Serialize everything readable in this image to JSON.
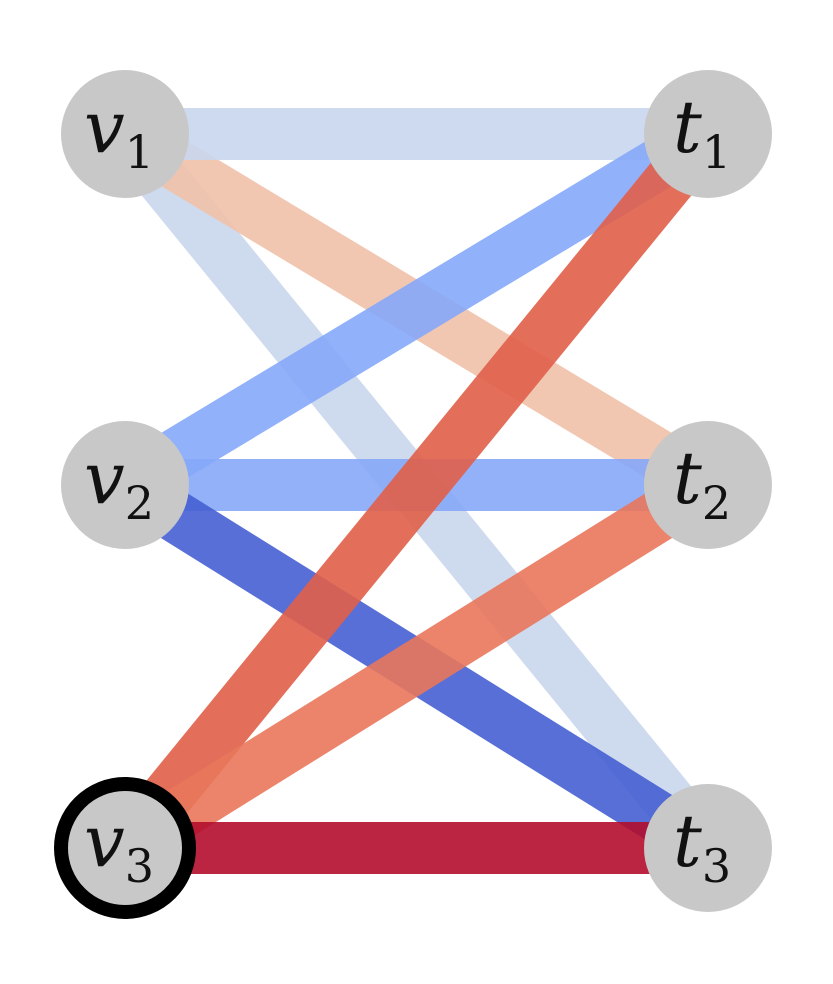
{
  "diagram": {
    "left_nodes": [
      {
        "id": "v1",
        "letter": "v",
        "sub": "1",
        "selected": false
      },
      {
        "id": "v2",
        "letter": "v",
        "sub": "2",
        "selected": false
      },
      {
        "id": "v3",
        "letter": "v",
        "sub": "3",
        "selected": true
      }
    ],
    "right_nodes": [
      {
        "id": "t1",
        "letter": "t",
        "sub": "1",
        "selected": false
      },
      {
        "id": "t2",
        "letter": "t",
        "sub": "2",
        "selected": false
      },
      {
        "id": "t3",
        "letter": "t",
        "sub": "3",
        "selected": false
      }
    ],
    "edges": [
      {
        "from": "v1",
        "to": "t3",
        "color": "#c9d7ec"
      },
      {
        "from": "v1",
        "to": "t2",
        "color": "#f1c2aa"
      },
      {
        "from": "v1",
        "to": "t1",
        "color": "#c9d7ef"
      },
      {
        "from": "v2",
        "to": "t1",
        "color": "#86a9fa"
      },
      {
        "from": "v2",
        "to": "t2",
        "color": "#87a9f9"
      },
      {
        "from": "v2",
        "to": "t3",
        "color": "#4560d3"
      },
      {
        "from": "v3",
        "to": "t1",
        "color": "#e1604a"
      },
      {
        "from": "v3",
        "to": "t2",
        "color": "#e9775c"
      },
      {
        "from": "v3",
        "to": "t3",
        "color": "#b40e2e"
      }
    ],
    "node_fill": "#c8c8c8",
    "selected_outline": "#000000"
  }
}
